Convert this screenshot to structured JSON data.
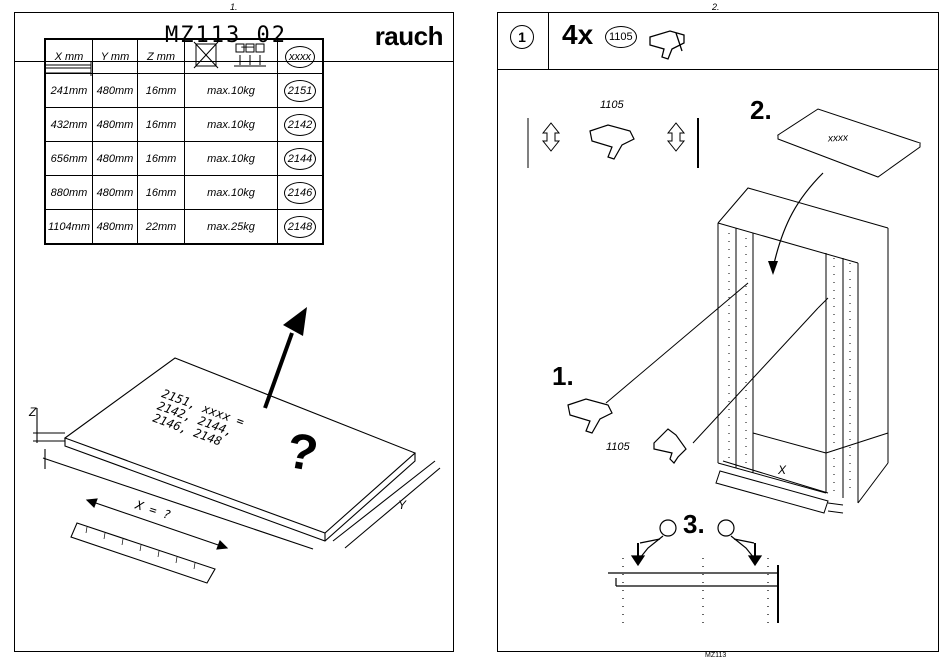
{
  "pages": {
    "left_number": "1.",
    "right_number": "2."
  },
  "left": {
    "code": "MZ113_02",
    "brand": "rauch",
    "table": {
      "headers": [
        "X mm",
        "Y mm",
        "Z mm"
      ],
      "header_id": "xxxx",
      "rows": [
        {
          "x": "241mm",
          "y": "480mm",
          "z": "16mm",
          "load": "max.10kg",
          "id": "2151"
        },
        {
          "x": "432mm",
          "y": "480mm",
          "z": "16mm",
          "load": "max.10kg",
          "id": "2142"
        },
        {
          "x": "656mm",
          "y": "480mm",
          "z": "16mm",
          "load": "max.10kg",
          "id": "2144"
        },
        {
          "x": "880mm",
          "y": "480mm",
          "z": "16mm",
          "load": "max.10kg",
          "id": "2146"
        },
        {
          "x": "1104mm",
          "y": "480mm",
          "z": "22mm",
          "load": "max.25kg",
          "id": "2148"
        }
      ]
    },
    "board_text": [
      "2151, xxxx =",
      "2142, 2144,",
      "2146, 2148"
    ],
    "question": "?",
    "dim_x": "X = ?",
    "dim_y": "Y",
    "dim_z": "Z"
  },
  "right": {
    "step_number": "1",
    "quantity": "4x",
    "part_id": "1105",
    "part_label_top": "1105",
    "part_label_bottom": "1105",
    "shelf_text": "xxxx",
    "step1": "1.",
    "step2": "2.",
    "step3": "3.",
    "dim_x": "X",
    "footer": "MZ113"
  }
}
